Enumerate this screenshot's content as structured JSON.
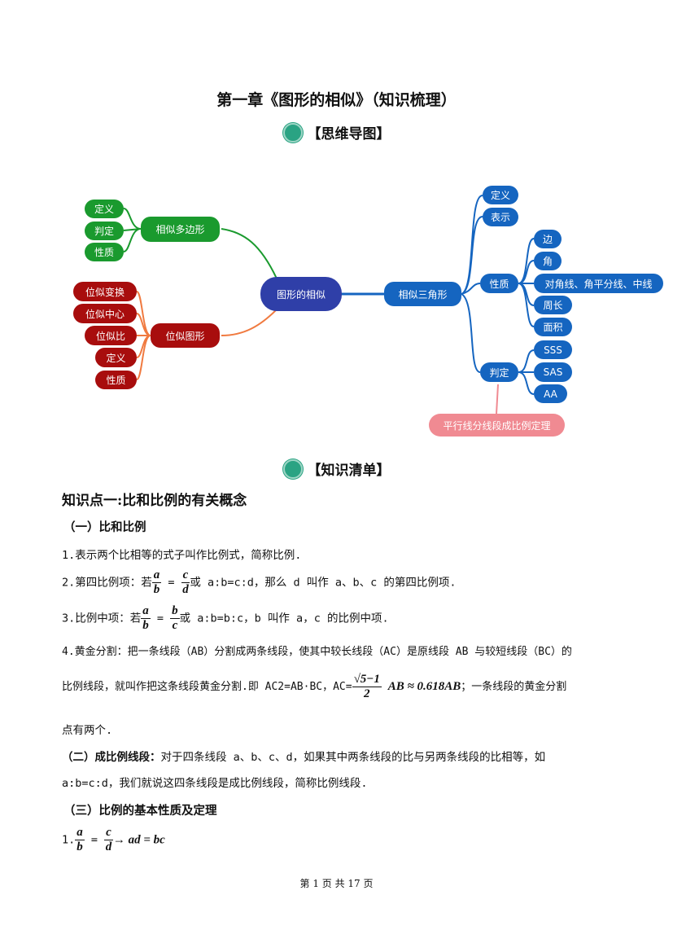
{
  "title": "第一章《图形的相似》（知识梳理）",
  "sections": {
    "mindmap": "【思维导图】",
    "knowledge": "【知识清单】"
  },
  "mindmap": {
    "center": "图形的相似",
    "polygon": {
      "label": "相似多边形",
      "children": [
        "定义",
        "判定",
        "性质"
      ]
    },
    "homothety": {
      "label": "位似图形",
      "children": [
        "位似变换",
        "位似中心",
        "位似比",
        "定义",
        "性质"
      ]
    },
    "triangle": {
      "label": "相似三角形",
      "children": [
        "定义",
        "表示",
        "性质",
        "判定"
      ],
      "properties": [
        "边",
        "角",
        "对角线、角平分线、中线",
        "周长",
        "面积"
      ],
      "criteria": [
        "SSS",
        "SAS",
        "AA"
      ],
      "note": "平行线分线段成比例定理"
    },
    "colors": {
      "green": "#1a9a2e",
      "red": "#a80d0d",
      "blue": "#1565c0",
      "center": "#2f3fa8",
      "pink": "#f08a92"
    }
  },
  "content": {
    "point1": "知识点一:比和比例的有关概念",
    "sub1": "（一）比和比例",
    "item1": "1.表示两个比相等的式子叫作比例式，简称比例.",
    "item2_pre": "2.第四比例项：若",
    "item2_post": "或 a:b=c:d，那么 d 叫作 a、b、c 的第四比例项.",
    "item3_pre": "3.比例中项：若",
    "item3_post": "或 a:b=b:c，b 叫作 a，c 的比例中项.",
    "item4_line1": "4.黄金分割：把一条线段（AB）分割成两条线段，使其中较长线段（AC）是原线段 AB 与较短线段（BC）的",
    "item4_line2_pre": "比例线段，就叫作把这条线段黄金分割.即 AC2=AB·BC，AC=",
    "item4_formula_num": "√5−1",
    "item4_formula_den": "2",
    "item4_formula_tail": "AB ≈ 0.618AB",
    "item4_line2_post": "；一条线段的黄金分割",
    "item4_line3": "点有两个.",
    "sub2_bold": "（二）成比例线段：",
    "sub2_text": "对于四条线段 a、b、c、d，如果其中两条线段的比与另两条线段的比相等，如",
    "sub2_line2": "a:b=c:d，我们就说这四条线段是成比例线段，简称比例线段.",
    "sub3": "（三）比例的基本性质及定理",
    "item5_pre": "1.",
    "item5_tail": "→ ad = bc",
    "vars": {
      "a": "a",
      "b": "b",
      "c": "c",
      "d": "d"
    }
  },
  "footer": "第 1 页 共 17 页"
}
